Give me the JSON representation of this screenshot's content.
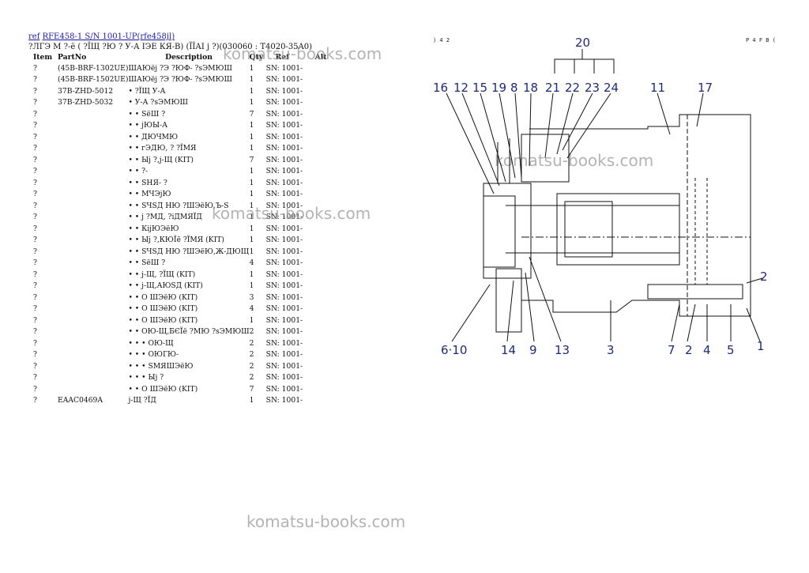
{
  "header": {
    "link1": "ref",
    "link2": "RFE458-1 S/N 1001-UP(rfe458jl)",
    "subtitle": "?ЛГЭ М ?-ё ( ?ЇЩ ?Ю ? У-А ІЭЕ КЯ-В) (ЇЇАІ ј ?)(030060 : T4020-35A0)"
  },
  "table": {
    "headers": [
      "Item",
      "PartNo",
      "Description",
      "Qty",
      "Ref",
      "Alt"
    ],
    "rows": [
      [
        "?",
        "(45B-BRF-1302UE)",
        "ШАЮёј ?Э ?ЮФ- ?sЭМЮШ",
        "1",
        "SN: 1001-"
      ],
      [
        "?",
        "(45B-BRF-1502UE)",
        "ШАЮёј ?Э ?ЮФ- ?sЭМЮШ",
        "1",
        "SN: 1001-"
      ],
      [
        "?",
        "37B-ZHD-5012",
        "• ?ЇЩ У-А",
        "1",
        "SN: 1001-"
      ],
      [
        "?",
        "37B-ZHD-5032",
        "• У-А ?sЭМЮШ",
        "1",
        "SN: 1001-"
      ],
      [
        "?",
        "",
        "• • SёШ ?",
        "7",
        "SN: 1001-"
      ],
      [
        "?",
        "",
        "• • јЮЫ-А",
        "1",
        "SN: 1001-"
      ],
      [
        "?",
        "",
        "• • ДЮЧМЮ",
        "1",
        "SN: 1001-"
      ],
      [
        "?",
        "",
        "• • гЭДЮ, ? ?ЇМЯ",
        "1",
        "SN: 1001-"
      ],
      [
        "?",
        "",
        "• • Ыј ?,ј-Щ (KIT)",
        "7",
        "SN: 1001-"
      ],
      [
        "?",
        "",
        "• • ?-",
        "1",
        "SN: 1001-"
      ],
      [
        "?",
        "",
        "• • SНЯ- ?",
        "1",
        "SN: 1001-"
      ],
      [
        "?",
        "",
        "• • МЧЭјЮ",
        "1",
        "SN: 1001-"
      ],
      [
        "?",
        "",
        "• • SЧЅД НЮ ?ШЭёЮ,Ъ-S",
        "1",
        "SN: 1001-"
      ],
      [
        "?",
        "",
        "• • ј ?МД, ?іДМЯЇД",
        "1",
        "SN: 1001-"
      ],
      [
        "?",
        "",
        "• • КіјЮЭёЮ",
        "1",
        "SN: 1001-"
      ],
      [
        "?",
        "",
        "• • Ыј ?,КЮЇё ?ЇМЯ (KIT)",
        "1",
        "SN: 1001-"
      ],
      [
        "?",
        "",
        "• • SЧЅД НЮ ?ШЭёЮ,Ж-ДЮЩ",
        "1",
        "SN: 1001-"
      ],
      [
        "?",
        "",
        "• • SёШ ?",
        "4",
        "SN: 1001-"
      ],
      [
        "?",
        "",
        "• • ј-Щ, ?ЇЩ (KIT)",
        "1",
        "SN: 1001-"
      ],
      [
        "?",
        "",
        "• • ј-Щ,АЮЅД (KIT)",
        "1",
        "SN: 1001-"
      ],
      [
        "?",
        "",
        "• • О ШЭёЮ (KIT)",
        "3",
        "SN: 1001-"
      ],
      [
        "?",
        "",
        "• • О ШЭёЮ (KIT)",
        "4",
        "SN: 1001-"
      ],
      [
        "?",
        "",
        "• • О ШЭёЮ (KIT)",
        "1",
        "SN: 1001-"
      ],
      [
        "?",
        "",
        "• • ОЮ-Щ,БЄЇё ?МЮ ?sЭМЮШ",
        "2",
        "SN: 1001-"
      ],
      [
        "?",
        "",
        "• • • ОЮ-Щ",
        "2",
        "SN: 1001-"
      ],
      [
        "?",
        "",
        "• • • ОЮГЮ-",
        "2",
        "SN: 1001-"
      ],
      [
        "?",
        "",
        "• • • SМЯШЭёЮ",
        "2",
        "SN: 1001-"
      ],
      [
        "?",
        "",
        "• • • Ыј ?",
        "2",
        "SN: 1001-"
      ],
      [
        "?",
        "",
        "• • О ШЭёЮ (KIT)",
        "7",
        "SN: 1001-"
      ],
      [
        "?",
        "EAAC0469A",
        "ј-Щ ?ЇД",
        "1",
        "SN: 1001-"
      ]
    ]
  },
  "diagram": {
    "corner_left": ") 4 2",
    "corner_right": "P 4 F B (",
    "labels_top": [
      "20",
      "16",
      "12",
      "15",
      "19",
      "8",
      "18",
      "21",
      "22",
      "23",
      "24",
      "11",
      "17"
    ],
    "labels_right": [
      "2"
    ],
    "labels_bottom": [
      "6·10",
      "14",
      "9",
      "13",
      "3",
      "7",
      "2",
      "4",
      "5",
      "1"
    ]
  },
  "watermarks": [
    "komatsu-books.com",
    "komatsu-books.com",
    "komatsu-books.com",
    "komatsu-books.com"
  ]
}
